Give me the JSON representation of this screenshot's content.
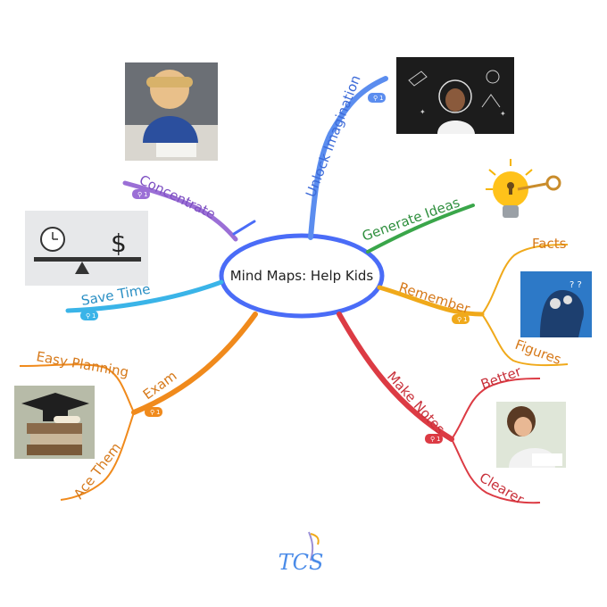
{
  "center": {
    "title": "Mind Maps: Help Kids"
  },
  "branches": {
    "unlock": {
      "label": "Unlock Imagination",
      "badge": "1",
      "color": "#5b8def"
    },
    "generate": {
      "label": "Generate Ideas",
      "color": "#3aa64a"
    },
    "remember": {
      "label": "Remember",
      "badge": "1",
      "color": "#f0a91a",
      "children": [
        "Facts",
        "Figures"
      ]
    },
    "notes": {
      "label": "Make Notes",
      "badge": "1",
      "color": "#dc3b44",
      "children": [
        "Better",
        "Clearer"
      ]
    },
    "exam": {
      "label": "Exam",
      "badge": "1",
      "color": "#f08a1c",
      "children": [
        "Easy Planning",
        "Ace Them"
      ]
    },
    "save": {
      "label": "Save Time",
      "badge": "1",
      "color": "#3ab4e8"
    },
    "concentrate": {
      "label": "Concentrate",
      "badge": "1",
      "color": "#9b6fd6"
    }
  },
  "images": {
    "boy": "stressed boy studying",
    "girl": "girl imagining space doodles",
    "bulb": "lightbulb with key",
    "balance": "clock and dollar balance scale",
    "brain": "head with gears",
    "grad": "graduation cap on books",
    "writing": "child writing"
  },
  "logo": {
    "text": "TCS"
  }
}
